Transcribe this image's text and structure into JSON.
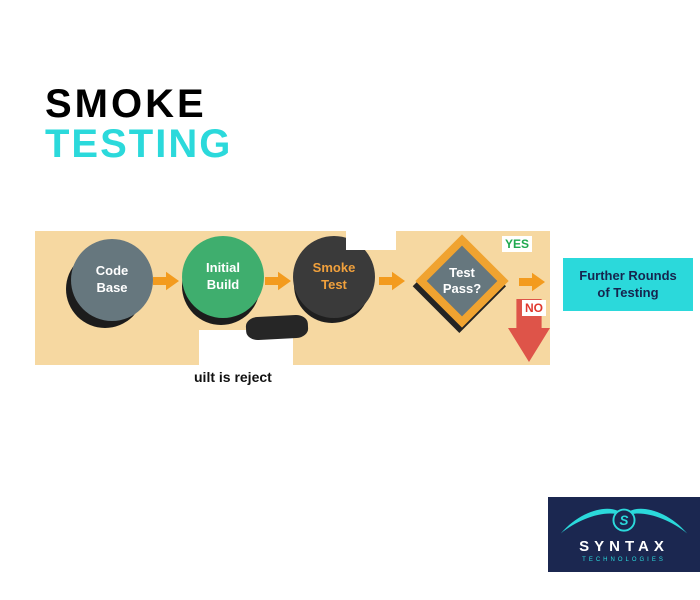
{
  "title": {
    "line1": "SMOKE",
    "line2": "TESTING"
  },
  "flow": {
    "nodes": [
      {
        "label": "Code Base"
      },
      {
        "label": "Initial Build"
      },
      {
        "label": "Smoke Test"
      },
      {
        "label": "Test Pass?"
      }
    ],
    "yes_label": "YES",
    "no_label": "NO",
    "result_label": "Further Rounds of Testing",
    "rejected_note": "uilt is reject"
  },
  "logo": {
    "brand": "SYNTAX",
    "tagline": "TECHNOLOGIES",
    "monogram": "S"
  },
  "colors": {
    "accent_cyan": "#2BD9DB",
    "band_tan": "#F6D8A1",
    "arrow_orange": "#F39B1E",
    "node_gray": "#66777E",
    "node_green": "#3FAE6E",
    "node_dark": "#3A3A3A",
    "node_dark_text": "#F0A03C",
    "diamond_orange": "#F0A330",
    "yes_green": "#1FA94F",
    "no_red": "#E0382E",
    "reject_red": "#DE5449",
    "logo_navy": "#1B2750"
  }
}
